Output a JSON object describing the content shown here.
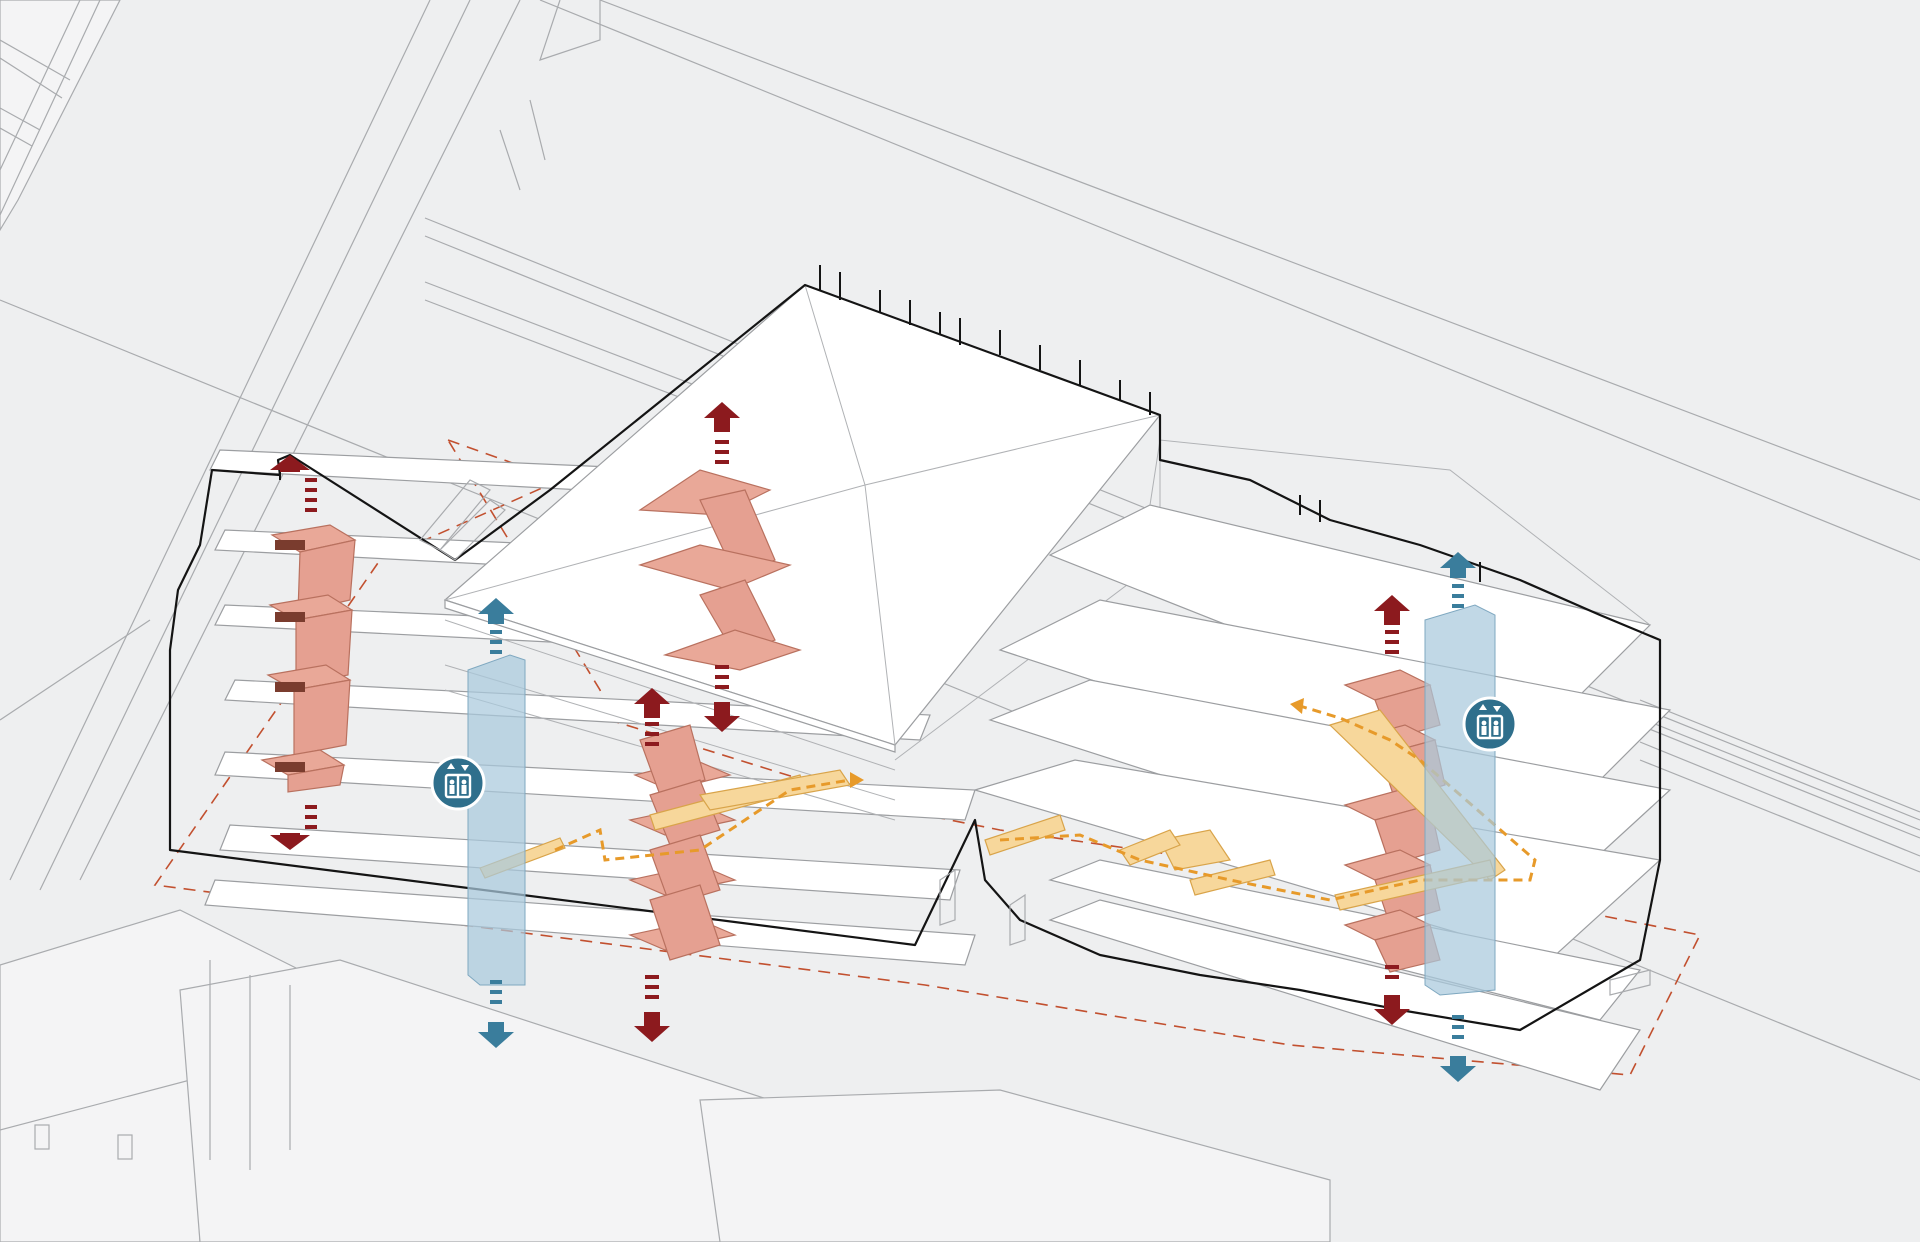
{
  "legend": {},
  "colors": {
    "background": "#eeeff0",
    "stair": "#e5a091",
    "escalator": "#f7d79b",
    "route": "#e79a2a",
    "elevator_shaft": "#a9c9dc",
    "vertical_arrow_stair": "#8c1a1e",
    "vertical_arrow_elevator": "#3a7d9c",
    "site_boundary": "#c2502f",
    "building_outline": "#141414"
  },
  "icons": [
    "elevator-icon",
    "up-down-arrow-icon",
    "escalator-icon",
    "stair-icon"
  ],
  "elements": {
    "stair_cores": [
      "stair-core-west",
      "stair-core-central-upper",
      "stair-core-central-lower",
      "stair-core-east"
    ],
    "elevator_cores": [
      "elevator-core-west",
      "elevator-core-east"
    ],
    "escalator_runs": 5
  }
}
